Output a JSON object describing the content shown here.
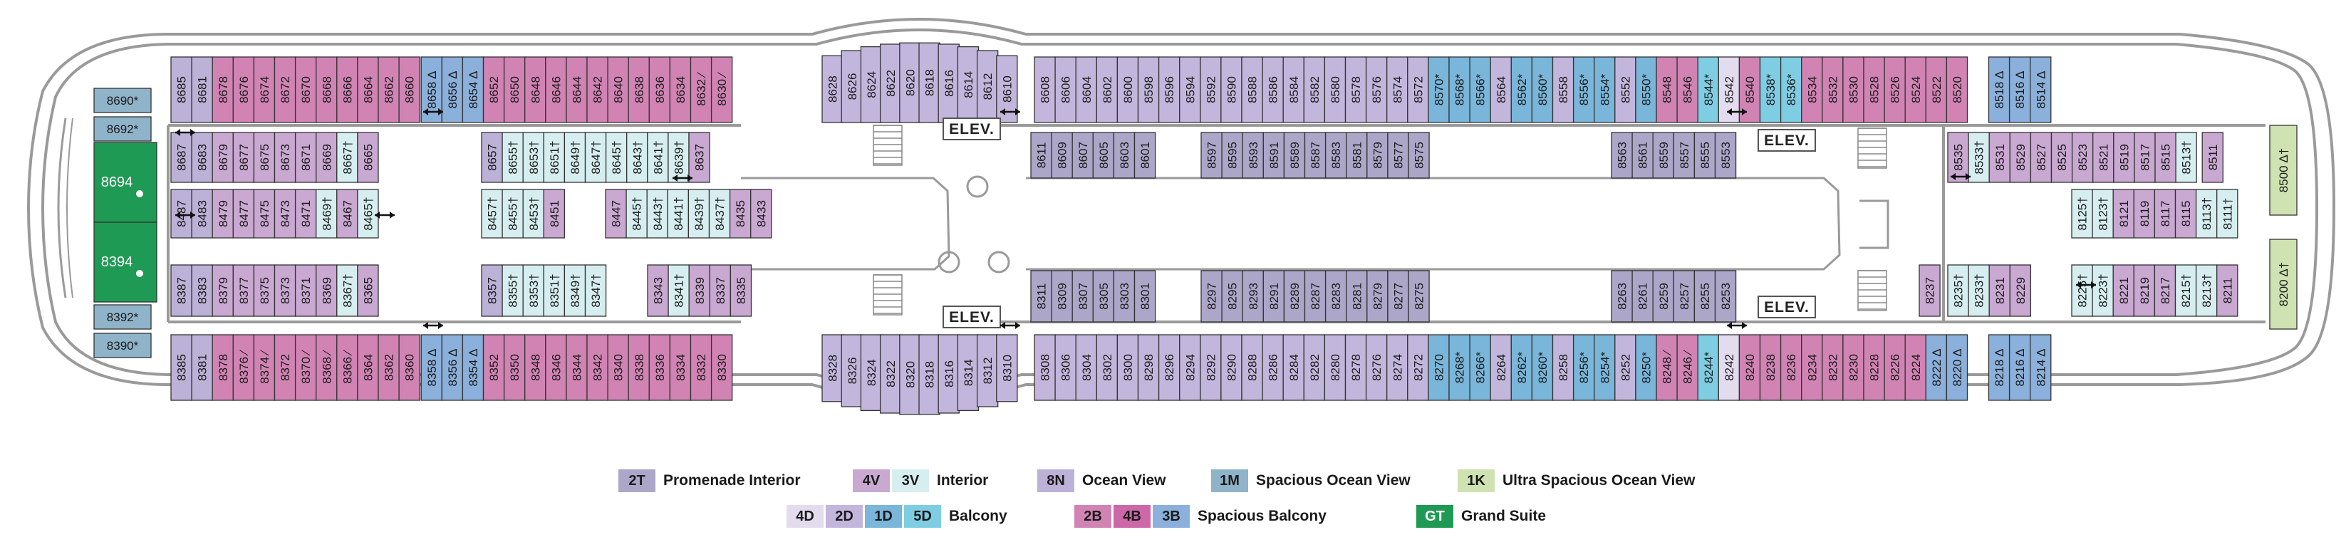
{
  "colors": {
    "2T": "#aca6c8",
    "4V": "#c9a8d1",
    "3V": "#d6eef0",
    "8N": "#bcb1d6",
    "1M": "#8fb3c9",
    "1K": "#cfe3b2",
    "4D": "#e3dcef",
    "2D": "#c3b6dc",
    "1D": "#79b6da",
    "5D": "#7fcde3",
    "2B": "#d183b4",
    "4B": "#cc68a7",
    "3B": "#8ab0db",
    "GT": "#1f9a54",
    "hull": "#9a9a9a",
    "elev": "#555555"
  },
  "elevator_label": "ELEV.",
  "legend": {
    "row1": [
      {
        "codes": [
          "2T"
        ],
        "label": "Promenade Interior"
      },
      {
        "codes": [
          "4V",
          "3V"
        ],
        "label": "Interior"
      },
      {
        "codes": [
          "8N"
        ],
        "label": "Ocean View"
      },
      {
        "codes": [
          "1M"
        ],
        "label": "Spacious Ocean View"
      },
      {
        "codes": [
          "1K"
        ],
        "label": "Ultra Spacious Ocean View"
      }
    ],
    "row2": [
      {
        "codes": [
          "4D",
          "2D",
          "1D",
          "5D"
        ],
        "label": "Balcony"
      },
      {
        "codes": [
          "2B",
          "4B",
          "3B"
        ],
        "label": "Spacious Balcony"
      },
      {
        "codes": [
          "GT"
        ],
        "label": "Grand Suite"
      }
    ]
  },
  "cabins": {
    "fwd_top": [
      [
        "8690*",
        "1M"
      ],
      [
        "8692*",
        "1M"
      ]
    ],
    "fwd_bot": [
      [
        "8392*",
        "1M"
      ],
      [
        "8390*",
        "1M"
      ]
    ],
    "grand_suites": [
      [
        "8694",
        "GT"
      ],
      [
        "8394",
        "GT"
      ]
    ],
    "aft_right": [
      [
        "8500 Δ†",
        "1K"
      ],
      [
        "8200 Δ†",
        "1K"
      ]
    ],
    "top_outer": [
      [
        "8685",
        "8N"
      ],
      [
        "8681",
        "8N"
      ],
      [
        "8678",
        "2B"
      ],
      [
        "8676",
        "2B"
      ],
      [
        "8674",
        "2B"
      ],
      [
        "8672",
        "2B"
      ],
      [
        "8670",
        "2B"
      ],
      [
        "8668",
        "2B"
      ],
      [
        "8666",
        "2B"
      ],
      [
        "8664",
        "2B"
      ],
      [
        "8662",
        "2B"
      ],
      [
        "8660",
        "2B"
      ],
      [
        "8658 Δ",
        "3B"
      ],
      [
        "8656 Δ",
        "3B"
      ],
      [
        "8654 Δ",
        "3B"
      ],
      [
        "8652",
        "2B"
      ],
      [
        "8650",
        "2B"
      ],
      [
        "8648",
        "2B"
      ],
      [
        "8646",
        "2B"
      ],
      [
        "8644",
        "2B"
      ],
      [
        "8642",
        "2B"
      ],
      [
        "8640",
        "2B"
      ],
      [
        "8638",
        "2B"
      ],
      [
        "8636",
        "2B"
      ],
      [
        "8634",
        "2B"
      ],
      [
        "8632 ⁄",
        "2B"
      ],
      [
        "8630 ⁄",
        "2B"
      ],
      [
        "8628",
        "2D"
      ],
      [
        "8626",
        "2D"
      ],
      [
        "8624",
        "2D"
      ],
      [
        "8622",
        "2D"
      ],
      [
        "8620",
        "2D"
      ],
      [
        "8618",
        "2D"
      ],
      [
        "8616",
        "2D"
      ],
      [
        "8614",
        "2D"
      ],
      [
        "8612",
        "2D"
      ],
      [
        "8610",
        "2D"
      ],
      [
        "8608",
        "2D"
      ],
      [
        "8606",
        "2D"
      ],
      [
        "8604",
        "2D"
      ],
      [
        "8602",
        "2D"
      ],
      [
        "8600",
        "2D"
      ],
      [
        "8598",
        "2D"
      ],
      [
        "8596",
        "2D"
      ],
      [
        "8594",
        "2D"
      ],
      [
        "8592",
        "2D"
      ],
      [
        "8590",
        "2D"
      ],
      [
        "8588",
        "2D"
      ],
      [
        "8586",
        "2D"
      ],
      [
        "8584",
        "2D"
      ],
      [
        "8582",
        "2D"
      ],
      [
        "8580",
        "2D"
      ],
      [
        "8578",
        "2D"
      ],
      [
        "8576",
        "2D"
      ],
      [
        "8574",
        "2D"
      ],
      [
        "8572",
        "2D"
      ],
      [
        "8570*",
        "1D"
      ],
      [
        "8568*",
        "1D"
      ],
      [
        "8566*",
        "1D"
      ],
      [
        "8564",
        "2D"
      ],
      [
        "8562*",
        "1D"
      ],
      [
        "8560*",
        "1D"
      ],
      [
        "8558",
        "2D"
      ],
      [
        "8556*",
        "1D"
      ],
      [
        "8554*",
        "1D"
      ],
      [
        "8552",
        "2D"
      ],
      [
        "8550*",
        "1D"
      ],
      [
        "8548",
        "2B"
      ],
      [
        "8546",
        "2B"
      ],
      [
        "8544*",
        "5D"
      ],
      [
        "8542",
        "4D"
      ],
      [
        "8540",
        "2B"
      ],
      [
        "8538*",
        "5D"
      ],
      [
        "8536*",
        "5D"
      ],
      [
        "8534",
        "2B"
      ],
      [
        "8532",
        "2B"
      ],
      [
        "8530",
        "2B"
      ],
      [
        "8528",
        "2B"
      ],
      [
        "8526",
        "2B"
      ],
      [
        "8524",
        "2B"
      ],
      [
        "8522",
        "2B"
      ],
      [
        "8520",
        "2B"
      ],
      [
        "8518 Δ",
        "3B"
      ],
      [
        "8516 Δ",
        "3B"
      ],
      [
        "8514 Δ",
        "3B"
      ]
    ],
    "bot_outer": [
      [
        "8385",
        "8N"
      ],
      [
        "8381",
        "8N"
      ],
      [
        "8378",
        "2B"
      ],
      [
        "8376 ⁄",
        "2B"
      ],
      [
        "8374 ⁄",
        "2B"
      ],
      [
        "8372",
        "2B"
      ],
      [
        "8370 ⁄",
        "2B"
      ],
      [
        "8368 ⁄",
        "2B"
      ],
      [
        "8366 ⁄",
        "2B"
      ],
      [
        "8364",
        "2B"
      ],
      [
        "8362",
        "2B"
      ],
      [
        "8360",
        "2B"
      ],
      [
        "8358 Δ",
        "3B"
      ],
      [
        "8356 Δ",
        "3B"
      ],
      [
        "8354 Δ",
        "3B"
      ],
      [
        "8352",
        "2B"
      ],
      [
        "8350",
        "2B"
      ],
      [
        "8348",
        "2B"
      ],
      [
        "8346",
        "2B"
      ],
      [
        "8344",
        "2B"
      ],
      [
        "8342",
        "2B"
      ],
      [
        "8340",
        "2B"
      ],
      [
        "8338",
        "2B"
      ],
      [
        "8336",
        "2B"
      ],
      [
        "8334",
        "2B"
      ],
      [
        "8332",
        "2B"
      ],
      [
        "8330",
        "2B"
      ],
      [
        "8328",
        "2D"
      ],
      [
        "8326",
        "2D"
      ],
      [
        "8324",
        "2D"
      ],
      [
        "8322",
        "2D"
      ],
      [
        "8320",
        "2D"
      ],
      [
        "8318",
        "2D"
      ],
      [
        "8316",
        "2D"
      ],
      [
        "8314",
        "2D"
      ],
      [
        "8312",
        "2D"
      ],
      [
        "8310",
        "2D"
      ],
      [
        "8308",
        "2D"
      ],
      [
        "8306",
        "2D"
      ],
      [
        "8304",
        "2D"
      ],
      [
        "8302",
        "2D"
      ],
      [
        "8300",
        "2D"
      ],
      [
        "8298",
        "2D"
      ],
      [
        "8296",
        "2D"
      ],
      [
        "8294",
        "2D"
      ],
      [
        "8292",
        "2D"
      ],
      [
        "8290",
        "2D"
      ],
      [
        "8288",
        "2D"
      ],
      [
        "8286",
        "2D"
      ],
      [
        "8284",
        "2D"
      ],
      [
        "8282",
        "2D"
      ],
      [
        "8280",
        "2D"
      ],
      [
        "8278",
        "2D"
      ],
      [
        "8276",
        "2D"
      ],
      [
        "8274",
        "2D"
      ],
      [
        "8272",
        "2D"
      ],
      [
        "8270",
        "1D"
      ],
      [
        "8268*",
        "1D"
      ],
      [
        "8266*",
        "1D"
      ],
      [
        "8264",
        "2D"
      ],
      [
        "8262*",
        "1D"
      ],
      [
        "8260*",
        "1D"
      ],
      [
        "8258",
        "2D"
      ],
      [
        "8256*",
        "1D"
      ],
      [
        "8254*",
        "1D"
      ],
      [
        "8252",
        "2D"
      ],
      [
        "8250*",
        "1D"
      ],
      [
        "8248 ⁄",
        "2B"
      ],
      [
        "8246 ⁄",
        "2B"
      ],
      [
        "8244*",
        "5D"
      ],
      [
        "8242",
        "4D"
      ],
      [
        "8240",
        "2B"
      ],
      [
        "8238",
        "2B"
      ],
      [
        "8236",
        "2B"
      ],
      [
        "8234",
        "2B"
      ],
      [
        "8232",
        "2B"
      ],
      [
        "8230",
        "2B"
      ],
      [
        "8228",
        "2B"
      ],
      [
        "8226",
        "2B"
      ],
      [
        "8224",
        "2B"
      ],
      [
        "8222 Δ",
        "3B"
      ],
      [
        "8220 Δ",
        "3B"
      ],
      [
        "8218 Δ",
        "3B"
      ],
      [
        "8216 Δ",
        "3B"
      ],
      [
        "8214 Δ",
        "3B"
      ]
    ],
    "inner_top": [
      [
        "8687",
        "8N"
      ],
      [
        "8683",
        "8N"
      ],
      [
        "8679",
        "4V"
      ],
      [
        "8677",
        "4V"
      ],
      [
        "8675",
        "4V"
      ],
      [
        "8673",
        "4V"
      ],
      [
        "8671",
        "4V"
      ],
      [
        "8669",
        "4V"
      ],
      [
        "8667†",
        "3V"
      ],
      [
        "8665",
        "4V"
      ],
      [
        "8657",
        "8N"
      ],
      [
        "8655†",
        "3V"
      ],
      [
        "8653†",
        "3V"
      ],
      [
        "8651†",
        "3V"
      ],
      [
        "8649†",
        "3V"
      ],
      [
        "8647†",
        "3V"
      ],
      [
        "8645†",
        "3V"
      ],
      [
        "8643†",
        "3V"
      ],
      [
        "8641†",
        "3V"
      ],
      [
        "8639†",
        "3V"
      ],
      [
        "8637",
        "4V"
      ],
      [
        "8611",
        "2T"
      ],
      [
        "8609",
        "2T"
      ],
      [
        "8607",
        "2T"
      ],
      [
        "8605",
        "2T"
      ],
      [
        "8603",
        "2T"
      ],
      [
        "8601",
        "2T"
      ],
      [
        "8597",
        "2T"
      ],
      [
        "8595",
        "2T"
      ],
      [
        "8593",
        "2T"
      ],
      [
        "8591",
        "2T"
      ],
      [
        "8589",
        "2T"
      ],
      [
        "8587",
        "2T"
      ],
      [
        "8583",
        "2T"
      ],
      [
        "8581",
        "2T"
      ],
      [
        "8579",
        "2T"
      ],
      [
        "8577",
        "2T"
      ],
      [
        "8575",
        "2T"
      ],
      [
        "8563",
        "2T"
      ],
      [
        "8561",
        "2T"
      ],
      [
        "8559",
        "2T"
      ],
      [
        "8557",
        "2T"
      ],
      [
        "8555",
        "2T"
      ],
      [
        "8553",
        "2T"
      ],
      [
        "8535",
        "4V"
      ],
      [
        "8533†",
        "3V"
      ],
      [
        "8531",
        "4V"
      ],
      [
        "8529",
        "4V"
      ],
      [
        "8527",
        "4V"
      ],
      [
        "8525",
        "4V"
      ],
      [
        "8523",
        "4V"
      ],
      [
        "8521",
        "4V"
      ],
      [
        "8519",
        "4V"
      ],
      [
        "8517",
        "4V"
      ],
      [
        "8515",
        "4V"
      ],
      [
        "8513†",
        "3V"
      ],
      [
        "8511",
        "4V"
      ]
    ],
    "inner_mid_top": [
      [
        "8487",
        "8N"
      ],
      [
        "8483",
        "8N"
      ],
      [
        "8479",
        "4V"
      ],
      [
        "8477",
        "4V"
      ],
      [
        "8475",
        "4V"
      ],
      [
        "8473",
        "4V"
      ],
      [
        "8471",
        "4V"
      ],
      [
        "8469†",
        "3V"
      ],
      [
        "8467",
        "4V"
      ],
      [
        "8465†",
        "3V"
      ],
      [
        "8457†",
        "3V"
      ],
      [
        "8455†",
        "3V"
      ],
      [
        "8453†",
        "3V"
      ],
      [
        "8451",
        "4V"
      ],
      [
        "8447",
        "4V"
      ],
      [
        "8445†",
        "3V"
      ],
      [
        "8443†",
        "3V"
      ],
      [
        "8441†",
        "3V"
      ],
      [
        "8439†",
        "3V"
      ],
      [
        "8437†",
        "3V"
      ],
      [
        "8435",
        "4V"
      ],
      [
        "8433",
        "4V"
      ],
      [
        "8125†",
        "3V"
      ],
      [
        "8123†",
        "3V"
      ],
      [
        "8121",
        "4V"
      ],
      [
        "8119",
        "4V"
      ],
      [
        "8117",
        "4V"
      ],
      [
        "8115",
        "4V"
      ],
      [
        "8113†",
        "3V"
      ],
      [
        "8111†",
        "3V"
      ]
    ],
    "inner_mid_bot": [
      [
        "8387",
        "8N"
      ],
      [
        "8383",
        "8N"
      ],
      [
        "8379",
        "4V"
      ],
      [
        "8377",
        "4V"
      ],
      [
        "8375",
        "4V"
      ],
      [
        "8373",
        "4V"
      ],
      [
        "8371",
        "4V"
      ],
      [
        "8369",
        "4V"
      ],
      [
        "8367†",
        "3V"
      ],
      [
        "8365",
        "4V"
      ],
      [
        "8357",
        "8N"
      ],
      [
        "8355†",
        "3V"
      ],
      [
        "8353†",
        "3V"
      ],
      [
        "8351†",
        "3V"
      ],
      [
        "8349†",
        "3V"
      ],
      [
        "8347†",
        "3V"
      ],
      [
        "8343",
        "4V"
      ],
      [
        "8341†",
        "3V"
      ],
      [
        "8339",
        "4V"
      ],
      [
        "8337",
        "4V"
      ],
      [
        "8335",
        "4V"
      ],
      [
        "8237",
        "4V"
      ],
      [
        "8235†",
        "3V"
      ],
      [
        "8233†",
        "3V"
      ],
      [
        "8231",
        "4V"
      ],
      [
        "8229",
        "4V"
      ],
      [
        "8225†",
        "3V"
      ],
      [
        "8223†",
        "3V"
      ],
      [
        "8221",
        "4V"
      ],
      [
        "8219",
        "4V"
      ],
      [
        "8217",
        "4V"
      ],
      [
        "8215†",
        "3V"
      ],
      [
        "8213†",
        "3V"
      ],
      [
        "8211",
        "4V"
      ]
    ],
    "inner_bot": [
      [
        "8311",
        "2T"
      ],
      [
        "8309",
        "2T"
      ],
      [
        "8307",
        "2T"
      ],
      [
        "8305",
        "2T"
      ],
      [
        "8303",
        "2T"
      ],
      [
        "8301",
        "2T"
      ],
      [
        "8297",
        "2T"
      ],
      [
        "8295",
        "2T"
      ],
      [
        "8293",
        "2T"
      ],
      [
        "8291",
        "2T"
      ],
      [
        "8289",
        "2T"
      ],
      [
        "8287",
        "2T"
      ],
      [
        "8283",
        "2T"
      ],
      [
        "8281",
        "2T"
      ],
      [
        "8279",
        "2T"
      ],
      [
        "8277",
        "2T"
      ],
      [
        "8275",
        "2T"
      ],
      [
        "8263",
        "2T"
      ],
      [
        "8261",
        "2T"
      ],
      [
        "8259",
        "2T"
      ],
      [
        "8257",
        "2T"
      ],
      [
        "8255",
        "2T"
      ],
      [
        "8253",
        "2T"
      ]
    ]
  }
}
